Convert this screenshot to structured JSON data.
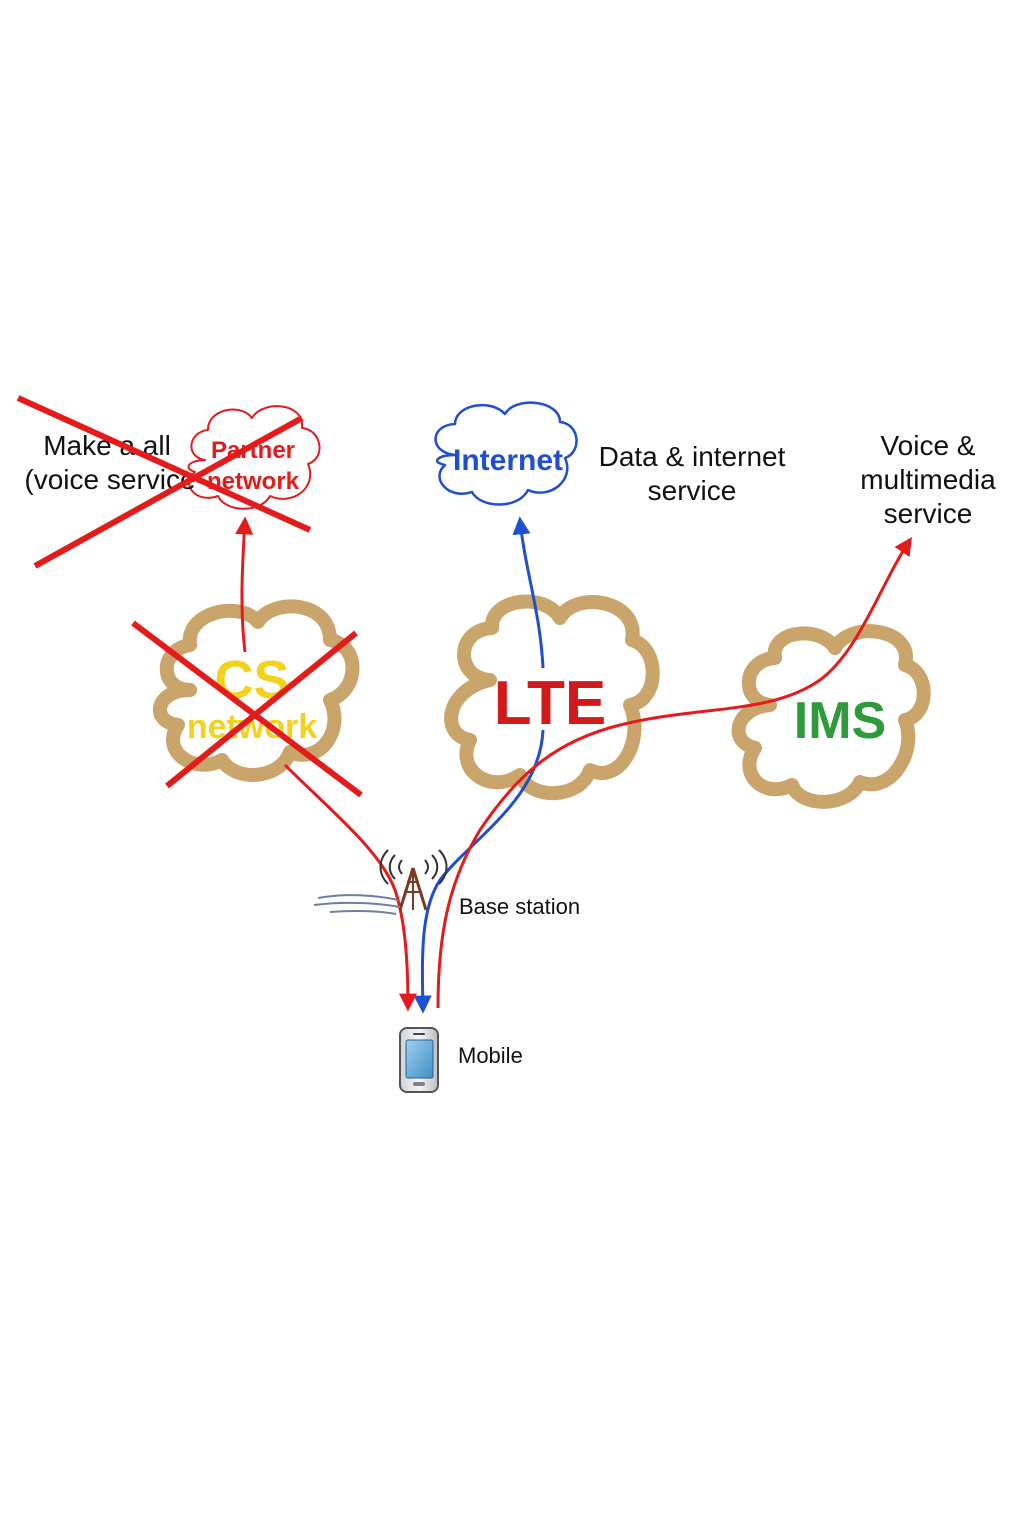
{
  "colors": {
    "cloud_outline": "#c9a46b",
    "cs_text": "#f2d21f",
    "lte_text": "#d21a1a",
    "ims_text": "#2e9a3b",
    "internet_text": "#1f4fd1",
    "partner_text": "#e51b1b",
    "red_path": "#e51b1b",
    "blue_path": "#1f4fd1",
    "cross": "#e51b1b",
    "label": "#111111"
  },
  "clouds": {
    "cs": {
      "line1": "CS",
      "line2": "network"
    },
    "lte": {
      "label": "LTE"
    },
    "ims": {
      "label": "IMS"
    },
    "internet": {
      "label": "Internet"
    },
    "partner": {
      "line1": "Partner",
      "line2": "network"
    }
  },
  "labels": {
    "make_call": {
      "line1": "Make a all",
      "line2": "(voice service"
    },
    "data_service": {
      "line1": "Data & internet",
      "line2": "service"
    },
    "voice_service": {
      "line1": "Voice &",
      "line2": "multimedia",
      "line3": "service"
    },
    "base_station": "Base station",
    "mobile": "Mobile"
  },
  "icons": {
    "tower": "base-station-tower-icon",
    "phone": "mobile-phone-icon"
  }
}
